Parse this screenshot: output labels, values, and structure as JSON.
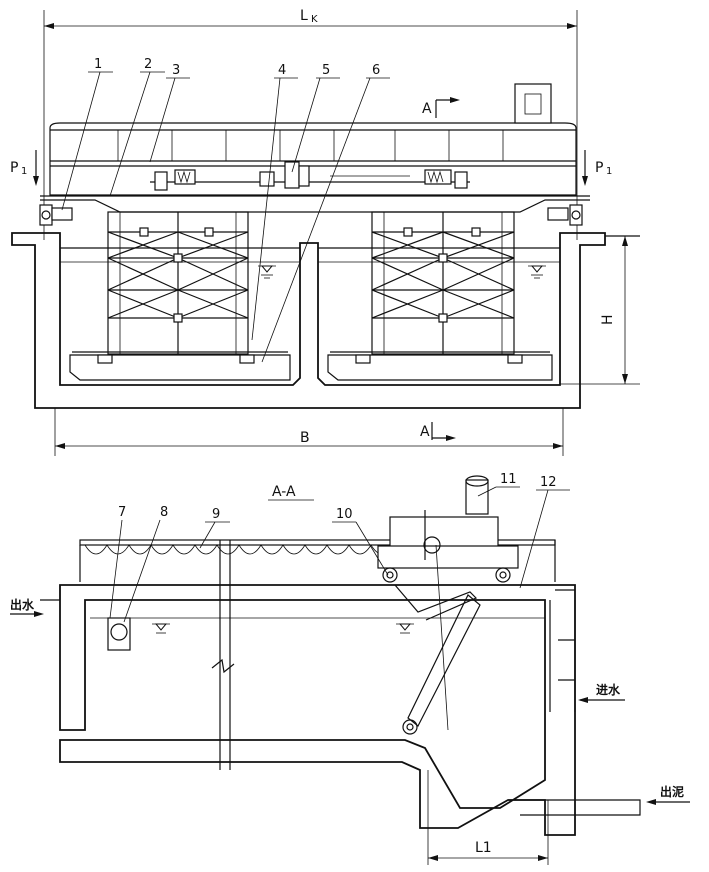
{
  "dimensions": {
    "top_width": "L",
    "top_width_sub": "K",
    "bottom_width": "B",
    "height": "H",
    "length_section": "L1"
  },
  "loads": {
    "left": "P",
    "left_sub": "1",
    "right": "P",
    "right_sub": "1"
  },
  "section": {
    "marker_top": "A",
    "marker_bottom": "A",
    "title": "A-A"
  },
  "part_numbers": [
    "1",
    "2",
    "3",
    "4",
    "5",
    "6",
    "7",
    "8",
    "9",
    "10",
    "11",
    "12"
  ],
  "flow_labels": {
    "outlet_water": "出水",
    "inlet_water": "进水",
    "sludge_out": "出泥"
  },
  "icons": [
    "arrow-left-icon",
    "arrow-down-icon",
    "water-level-icon",
    "break-line-icon"
  ]
}
